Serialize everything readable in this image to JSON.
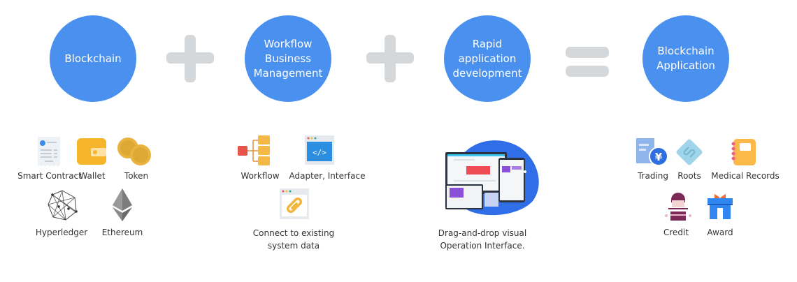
{
  "top_row": {
    "circles": [
      {
        "id": "blockchain",
        "lines": [
          "Blockchain"
        ]
      },
      {
        "id": "workflow-business-management",
        "lines": [
          "Workflow",
          "Business",
          "Management"
        ]
      },
      {
        "id": "rapid-application-development",
        "lines": [
          "Rapid",
          "application",
          "development"
        ]
      },
      {
        "id": "blockchain-application",
        "lines": [
          "Blockchain",
          "Application"
        ]
      }
    ],
    "operators": [
      "plus-icon",
      "plus-icon",
      "equals-icon"
    ]
  },
  "colors": {
    "circle": "#4a90ee",
    "operator": "#d5d8db",
    "text": "#333333"
  },
  "blockchain_items": [
    {
      "label": "Smart Contract",
      "icon": "contract-icon"
    },
    {
      "label": "Wallet",
      "icon": "wallet-icon"
    },
    {
      "label": "Token",
      "icon": "coins-icon"
    },
    {
      "label": "Hyperledger",
      "icon": "hyperledger-icon"
    },
    {
      "label": "Ethereum",
      "icon": "ethereum-icon"
    }
  ],
  "workflow_items": [
    {
      "label": "Workflow",
      "icon": "workflow-icon"
    },
    {
      "label": "Adapter, Interface",
      "icon": "code-window-icon"
    },
    {
      "label_lines": [
        "Connect to existing",
        "system data"
      ],
      "icon": "link-window-icon"
    }
  ],
  "rapid_items": [
    {
      "label_lines": [
        "Drag-and-drop visual",
        "Operation Interface."
      ],
      "icon": "devices-illustration-icon"
    }
  ],
  "application_items": [
    {
      "label": "Trading",
      "icon": "yen-document-icon"
    },
    {
      "label": "Roots",
      "icon": "link-diamond-icon"
    },
    {
      "label": "Medical Records",
      "icon": "notebook-icon"
    },
    {
      "label": "Credit",
      "icon": "person-card-icon"
    },
    {
      "label": "Award",
      "icon": "gift-icon"
    }
  ]
}
